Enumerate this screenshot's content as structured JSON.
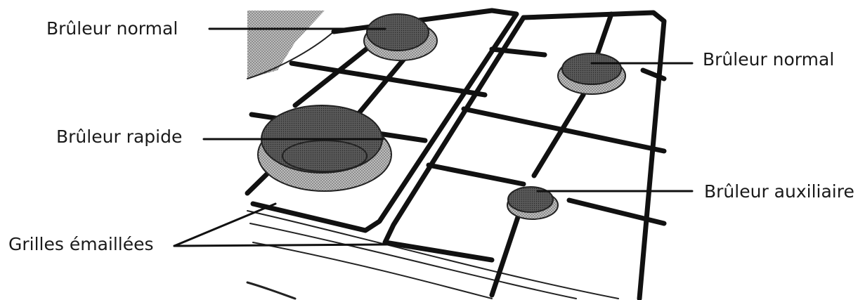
{
  "labels": {
    "burner_normal_left": "Brûleur normal",
    "burner_normal_right": "Brûleur normal",
    "burner_rapid": "Brûleur rapide",
    "burner_auxiliary": "Brûleur auxiliaire",
    "grates": "Grilles émaillées"
  },
  "colors": {
    "ink": "#1a1a1a",
    "burner_fill": "#6b6b6b",
    "ring_fill": "#c8c8c8",
    "backsplash": "#d6d6d6"
  }
}
